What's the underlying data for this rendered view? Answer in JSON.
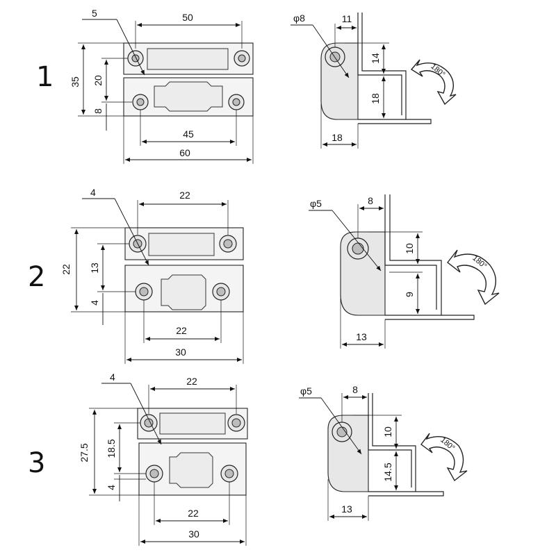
{
  "hinges": [
    {
      "number": "1",
      "front": {
        "top_width": "50",
        "screw_dia": "5",
        "height": "35",
        "upper_height": "20",
        "lower_offset": "8",
        "hole_spacing": "45",
        "total_width": "60"
      },
      "side": {
        "pin_dia": "φ8",
        "offset": "11",
        "top_drop": "14",
        "bottom_drop": "18",
        "depth": "18",
        "rotation": "180°"
      }
    },
    {
      "number": "2",
      "front": {
        "top_width": "22",
        "screw_dia": "4",
        "height": "22",
        "upper_height": "13",
        "lower_offset": "4",
        "hole_spacing": "22",
        "total_width": "30"
      },
      "side": {
        "pin_dia": "φ5",
        "offset": "8",
        "top_drop": "10",
        "bottom_drop": "9",
        "depth": "13",
        "rotation": "180°"
      }
    },
    {
      "number": "3",
      "front": {
        "top_width": "22",
        "screw_dia": "4",
        "height": "27.5",
        "upper_height": "18.5",
        "lower_offset": "4",
        "hole_spacing": "22",
        "total_width": "30"
      },
      "side": {
        "pin_dia": "φ5",
        "offset": "8",
        "top_drop": "10",
        "bottom_drop": "14.5",
        "depth": "13",
        "rotation": "180°"
      }
    }
  ]
}
